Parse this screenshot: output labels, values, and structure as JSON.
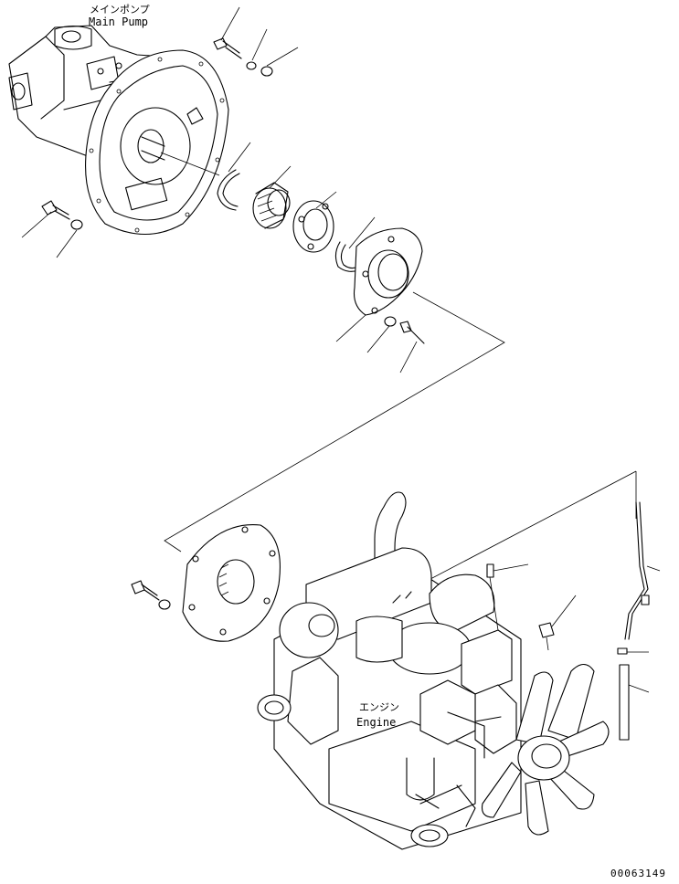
{
  "labels": {
    "main_pump_jp": "メインポンプ",
    "main_pump_en": "Main Pump",
    "engine_jp": "エンジン",
    "engine_en": "Engine",
    "drawing_number": "00063149"
  }
}
